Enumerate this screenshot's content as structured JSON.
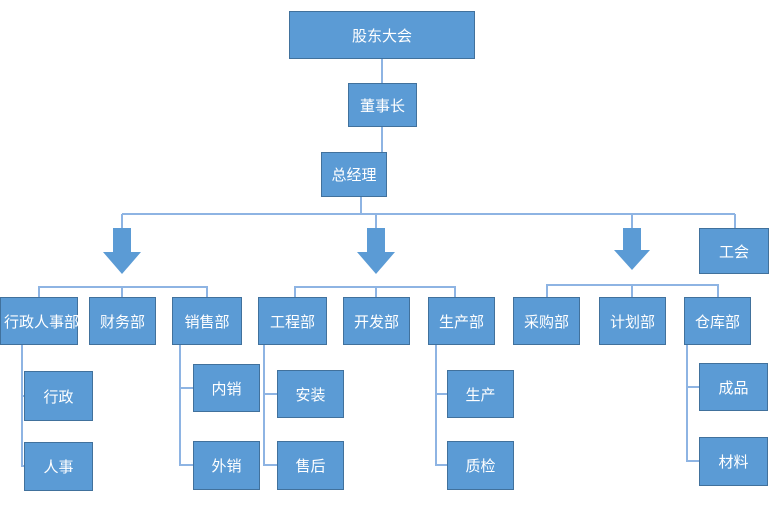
{
  "org_chart": {
    "shareholders": "股东大会",
    "chairman": "董事长",
    "general_manager": "总经理",
    "union": "工会",
    "departments": {
      "admin_hr": "行政人事部",
      "finance": "财务部",
      "sales": "销售部",
      "engineering": "工程部",
      "development": "开发部",
      "production": "生产部",
      "purchasing": "采购部",
      "planning": "计划部",
      "warehouse": "仓库部"
    },
    "sub_units": {
      "admin": "行政",
      "hr": "人事",
      "domestic_sales": "内销",
      "export_sales": "外销",
      "installation": "安装",
      "after_sales": "售后",
      "manufacturing": "生产",
      "quality_check": "质检",
      "finished_goods": "成品",
      "materials": "材料"
    }
  },
  "colors": {
    "box_fill": "#5b9bd5",
    "box_border": "#41719c",
    "connector": "#8eb4e3",
    "box_text": "#ffffff"
  }
}
